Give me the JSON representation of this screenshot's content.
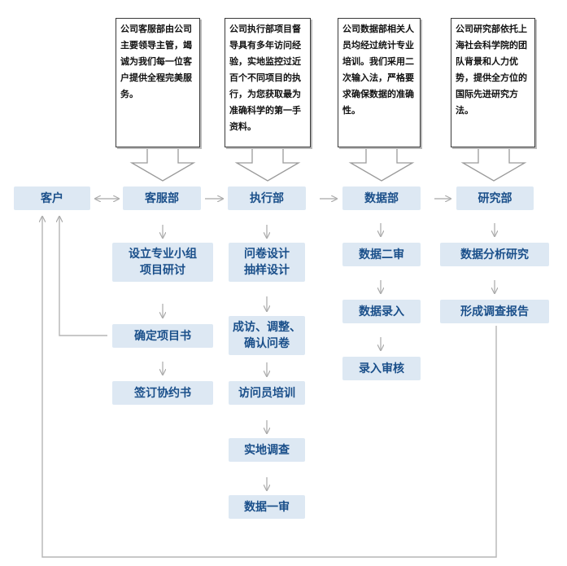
{
  "notes": {
    "cs": "公司客服部由公司主要领导主管，竭诚为我们每一位客户提供全程完美服务。",
    "exec": "公司执行部项目督导具有多年访问经验，实地监控过近百个不同项目的执行，为您获取最为准确科学的第一手资料。",
    "data": "公司数据部相关人员均经过统计专业培训。我们采用二次输入法，严格要求确保数据的准确性。",
    "research": "公司研究部依托上海社会科学院的团队背景和人力优势，提供全方位的国际先进研究方法。"
  },
  "departments": {
    "client": "客户",
    "cs": "客服部",
    "exec": "执行部",
    "data": "数据部",
    "research": "研究部"
  },
  "steps": {
    "cs": [
      "设立专业小组\n项目研讨",
      "确定项目书",
      "签订协约书"
    ],
    "exec": [
      "问卷设计\n抽样设计",
      "成访、调整、\n确认问卷",
      "访问员培训",
      "实地调查",
      "数据一审"
    ],
    "data": [
      "数据二审",
      "数据录入",
      "录入审核"
    ],
    "research": [
      "数据分析研究",
      "形成调查报告"
    ]
  }
}
